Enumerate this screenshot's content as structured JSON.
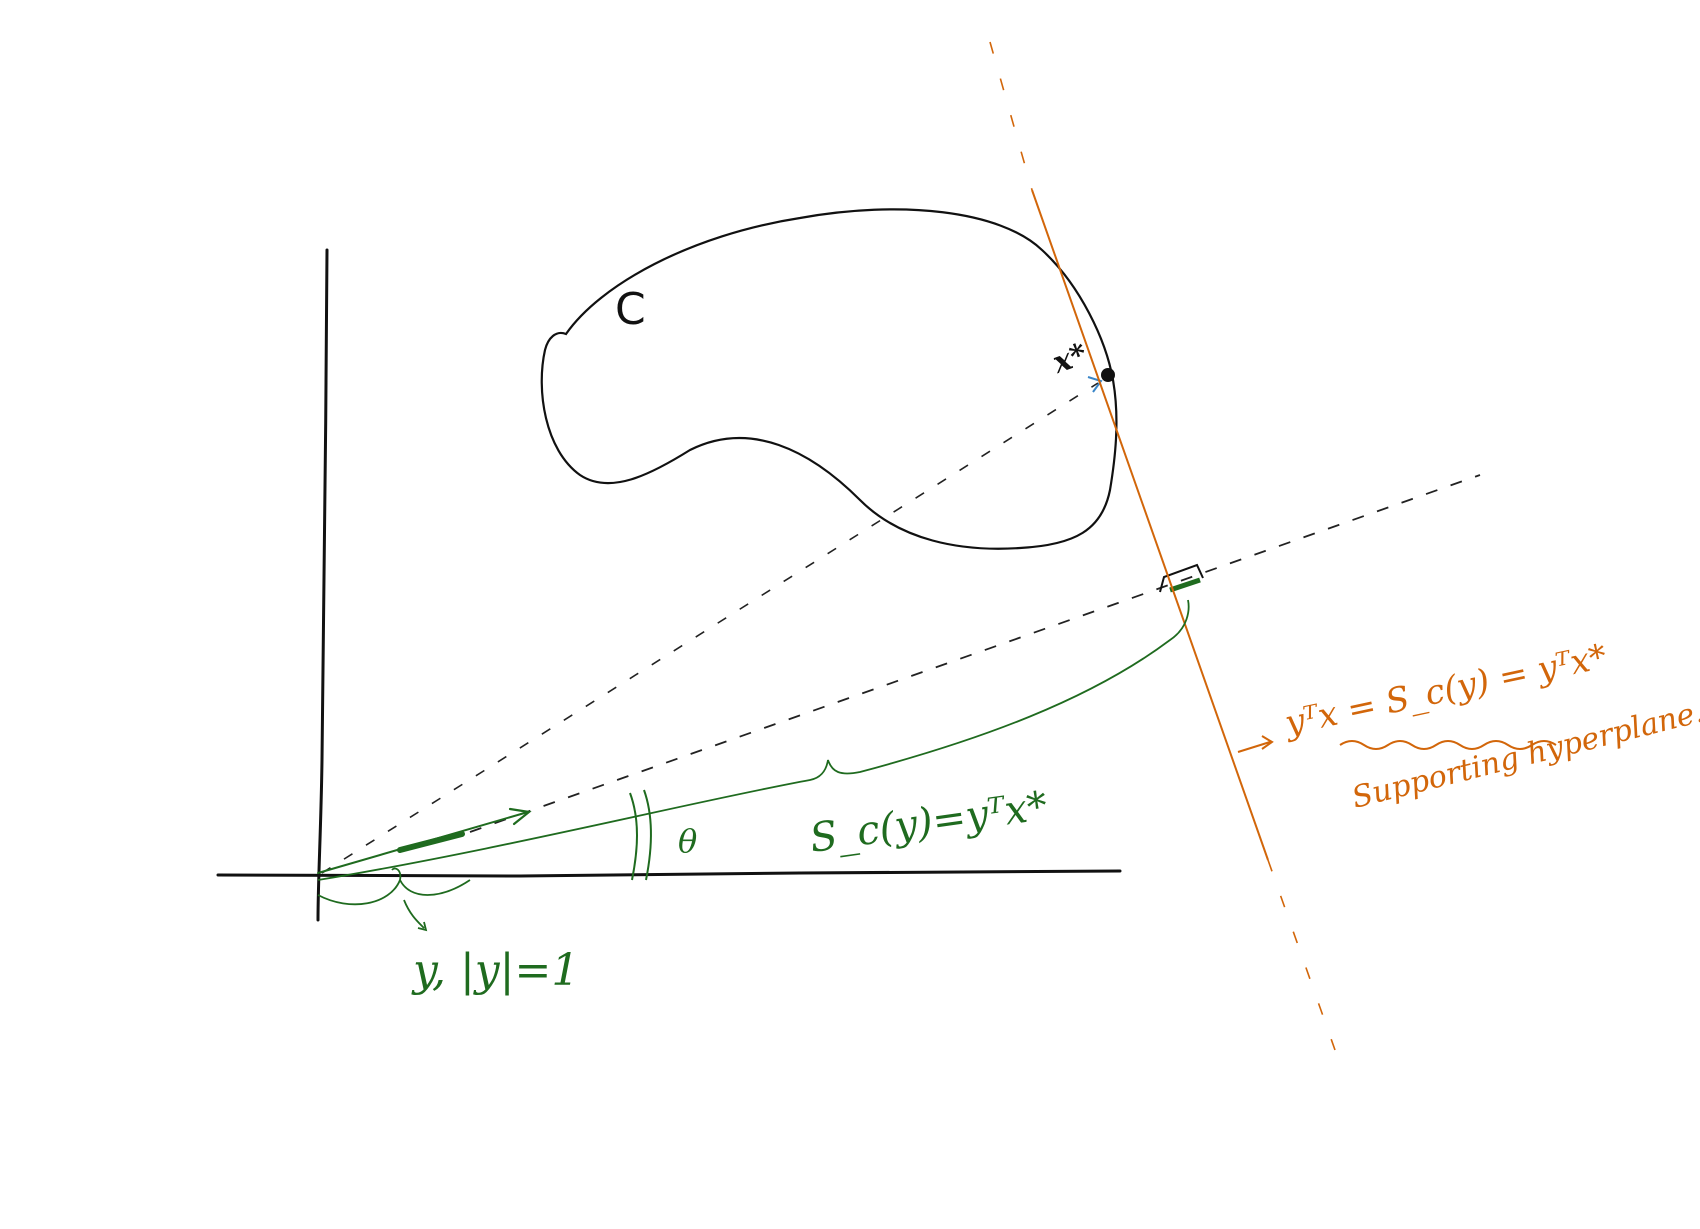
{
  "labels": {
    "set_name": "C",
    "optimal_point": "x*",
    "vector_label": "y, |y|=1",
    "angle": "θ",
    "support_function": "S_c(y)=yᵀx*",
    "hyperplane_equation": "yᵀx = S_c(y) = yᵀx*",
    "hyperplane_caption": "Supporting hyperplane."
  },
  "colors": {
    "ink": "#111111",
    "green": "#1f6b1f",
    "orange": "#d2660a",
    "blue_arrow": "#3a86c8"
  }
}
